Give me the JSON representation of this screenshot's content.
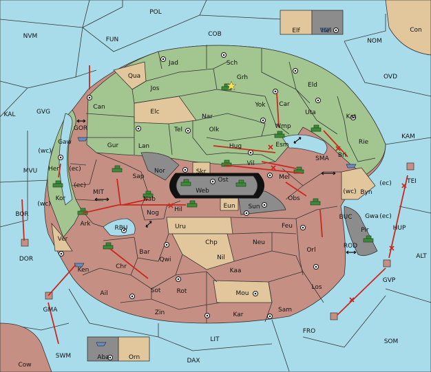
{
  "map": {
    "colors": {
      "sea": "#a8dcea",
      "power_green": "#a3c58f",
      "power_red": "#c59083",
      "neutral": "#e3c79c",
      "gray": "#8c8c8c",
      "order": "#c8281e"
    },
    "labels": {
      "POL": "POL",
      "NVM": "NVM",
      "FUN": "FUN",
      "COB": "COB",
      "NOM": "NOM",
      "Con": "Con",
      "OVD": "OVD",
      "KAL": "KAL",
      "GVG": "GVG",
      "KAM": "KAM",
      "MVU": "MVU",
      "BOR": "BOR",
      "ALT": "ALT",
      "FRO": "FRO",
      "SOM": "SOM",
      "LIT": "LIT",
      "DAX": "DAX",
      "SWM": "SWM",
      "Cow": "Cow",
      "Elf": "Elf",
      "Hel": "Hel",
      "Jad": "Jad",
      "Sch": "Sch",
      "Qua": "Qua",
      "Jos": "Jos",
      "Grh": "Grh",
      "Eld": "Eld",
      "Can": "Can",
      "Elc": "Elc",
      "Nar": "Nar",
      "Car": "Car",
      "Yok": "Yok",
      "Uta": "Uta",
      "Kat": "Kat",
      "GOR": "GOR",
      "Tel": "Tel",
      "Olk": "Olk",
      "Wmp": "Wmp",
      "Gaw": "Gaw",
      "Gur": "Gur",
      "Lan": "Lan",
      "Hug": "Hug",
      "Esm": "Esm",
      "Rie": "Rie",
      "Bri": "Bri",
      "SMA": "SMA",
      "Her": "Her",
      "wc1": "(wc)",
      "ec1": "(ec)",
      "Nor": "Nor",
      "Skr": "Skr",
      "Vil": "Vil",
      "Mel": "Mel",
      "TEI": "TEI",
      "Sap": "Sap",
      "Ost": "Ost",
      "Web": "Web",
      "Byn": "Byn",
      "ec2": "(ec)",
      "wc2": "(wc)",
      "ec3": "(ec)",
      "Kor": "Kor",
      "MIT": "MIT",
      "wc3": "(wc)",
      "Nab": "Nab",
      "Eun": "Eun",
      "Hil": "Hil",
      "Sun": "Sun",
      "Obs": "Obs",
      "Gwa": "Gwa",
      "ec4": "(ec)",
      "Ark": "Ark",
      "RBU": "RBU",
      "Nog": "Nog",
      "Uru": "Uru",
      "Feu": "Feu",
      "BUC": "BUC",
      "HUP": "HUP",
      "Pir": "Pir",
      "Ver": "Ver",
      "DOR": "DOR",
      "Chp": "Chp",
      "Neu": "Neu",
      "Orl": "Orl",
      "Bar": "Bar",
      "Qwi": "Qwi",
      "Nil": "Nil",
      "ROD": "ROD",
      "Ken": "Ken",
      "Chr": "Chr",
      "Kaa": "Kaa",
      "GVP": "GVP",
      "Ail": "Ail",
      "Sot": "Sot",
      "Rot": "Rot",
      "Mou": "Mou",
      "Los": "Los",
      "GMA": "GMA",
      "Zin": "Zin",
      "Kar": "Kar",
      "Sam": "Sam",
      "Aba": "Aba",
      "Orn": "Orn"
    }
  }
}
